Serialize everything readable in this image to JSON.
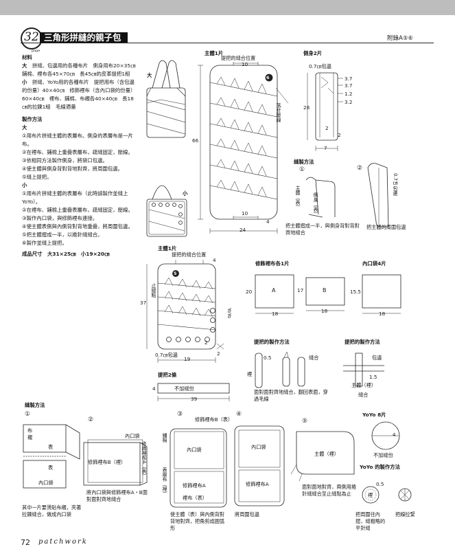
{
  "header": {
    "page_badge": "32",
    "page_badge_sub": "page",
    "title": "三角形拼縫的親子包",
    "pattern_ref": "附錄A⑤⑥"
  },
  "materials": {
    "heading": "材料",
    "large_label": "大",
    "large_text": "拼縫、包邊用的各種布片　側身用布20×35㎝　鋪棉、裡布各45×70㎝　長45㎝的皮革提把1組",
    "small_label": "小",
    "small_text": "拼縫、YoYo用的各種布片　提把用布（含包邊的份量）40×40㎝　修飾裡布（含內口袋的份量）60×40㎝　裡布、鋪棉、布襯各40×40㎝　長18㎝的拉鍊1組　毛線適量"
  },
  "method": {
    "heading": "製作方法",
    "large_label": "大",
    "large_steps": [
      "①用布片拼縫主體的表層布。側身的表層布是一片布。",
      "②在裡布、鋪棉上重疊表層布，疏縫固定，壓線。",
      "③依相同方法製作側身，將袋口包邊。",
      "④使主體與側身背對背地對齊，將周圍包邊。",
      "⑤縫上提把。"
    ],
    "small_label": "小",
    "small_steps": [
      "①用布片拼縫主體的表層布（此時請製作並縫上YoYo）。",
      "②在裡布、鋪棉上重疊表層布，疏縫固定，壓線。",
      "③製作內口袋，與修飾裡布連接。",
      "④使主體表側與內側背對背地重疊，將周圍包邊。",
      "⑤把主體摺成一半，以捲針縫縫合。",
      "⑥製作並縫上提把。"
    ],
    "finished_label": "成品尺寸",
    "finished_value": "大31×25㎝　小19×20㎝"
  },
  "large_bag": {
    "size_label": "大",
    "small_size_label": "小"
  },
  "large_body": {
    "title": "主體1片",
    "handle_pos": "提把的縫合位置",
    "dim_top": "10",
    "dim_bottom": "10",
    "dim_width": "24",
    "dim_height": "66",
    "dim_corner": "4",
    "marker": "6",
    "fold_line": "落針壓線"
  },
  "gusset": {
    "title": "側身2片",
    "binding": "0.7㎝包邊",
    "dims": [
      "3.7",
      "3.7",
      "1.2",
      "3.2"
    ],
    "dim_height": "28",
    "dim_width": "7",
    "dim_corner1": "2",
    "dim_corner2": "2"
  },
  "sewing_large": {
    "heading": "縫製方法",
    "step1": "①",
    "step2": "②",
    "body_outer": "主體（表）",
    "gusset_outer": "側身（表）",
    "caption1": "把主體摺成一半，與側身背對背對齊地縫合",
    "binding": "0.7㎝包邊",
    "caption2": "把主體的周圍包邊"
  },
  "small_body": {
    "title": "主體1片",
    "handle_pos": "提把的縫合位置",
    "dim_corner": "4",
    "dim_height": "37",
    "dim_width": "19",
    "dim_c1": "2",
    "dim_c2": "2",
    "marker": "5",
    "zip_pos": "止縫點",
    "yoyo_label": "YoYo",
    "binding": "0.7㎝包邊"
  },
  "lining_piece": {
    "title": "修飾裡布各1片",
    "label_a": "A",
    "label_b": "B",
    "dim_h1": "20",
    "dim_w1": "18",
    "dim_h2": "17",
    "dim_w2": "18"
  },
  "pocket": {
    "title": "內口袋4片",
    "dim_h": "15.5",
    "dim_w": "18"
  },
  "handle": {
    "title": "提把2條",
    "label": "不加縫份",
    "dim_h": "4",
    "dim_w": "39"
  },
  "handle_method": {
    "title": "提把的製作方法",
    "seam_allow": "0.5",
    "lining": "裡",
    "sew": "縫合",
    "caption": "面對面對齊地縫合，翻回表面，穿過毛線"
  },
  "handle_attach": {
    "title": "提把的製作方法",
    "binding": "包邊",
    "body_inner": "主體（裡）",
    "dim": "1.5",
    "sew": "縫合"
  },
  "sewing_small": {
    "heading": "縫製方法",
    "s1": "①",
    "s1_interface": "布襯",
    "s1_outer": "表",
    "s1_outer2": "表",
    "s1_pocket": "內口袋",
    "s1_caption": "其中一片要燙貼布襯，夾著拉鍊縫合，做成內口袋",
    "s2": "②",
    "s2_pocket": "內口袋",
    "s2_lining_b": "修飾裡布B（裡）",
    "s2_lining_a": "修飾裡布A（表）",
    "s2_caption": "將內口袋與修飾裡布A・B面對面對齊地縫合",
    "s3": "③",
    "s3_lining_b": "修飾裡布B（表）",
    "s3_batting": "鋪棉",
    "s3_pocket": "內口袋",
    "s3_lining_a": "修飾裡布A",
    "s3_lining": "裡布（表）",
    "s3_outer": "表層布（裡）",
    "s3_caption": "使主體（表）與內側背對背地對齊，把角剪成圓弧形",
    "s4": "④",
    "s4_pocket": "內口袋",
    "s4_lining_a": "修飾裡布A",
    "s4_caption": "將周圍包邊",
    "s5": "⑤",
    "s5_body": "主體（裡）",
    "s5_caption": "面對面地對齊，兩側用捲針縫縫合至止縫點為止"
  },
  "yoyo": {
    "title": "YoYo 8片",
    "dim": "4",
    "label": "不加縫份",
    "method_title": "YoYo 的製作方法",
    "seam": "0.5",
    "lining": "裡",
    "caption1": "把周圍往內摺，縫粗略的平針縫",
    "caption2": "把線拉緊"
  },
  "footer": {
    "page_number": "72",
    "brand": "patchwork"
  }
}
